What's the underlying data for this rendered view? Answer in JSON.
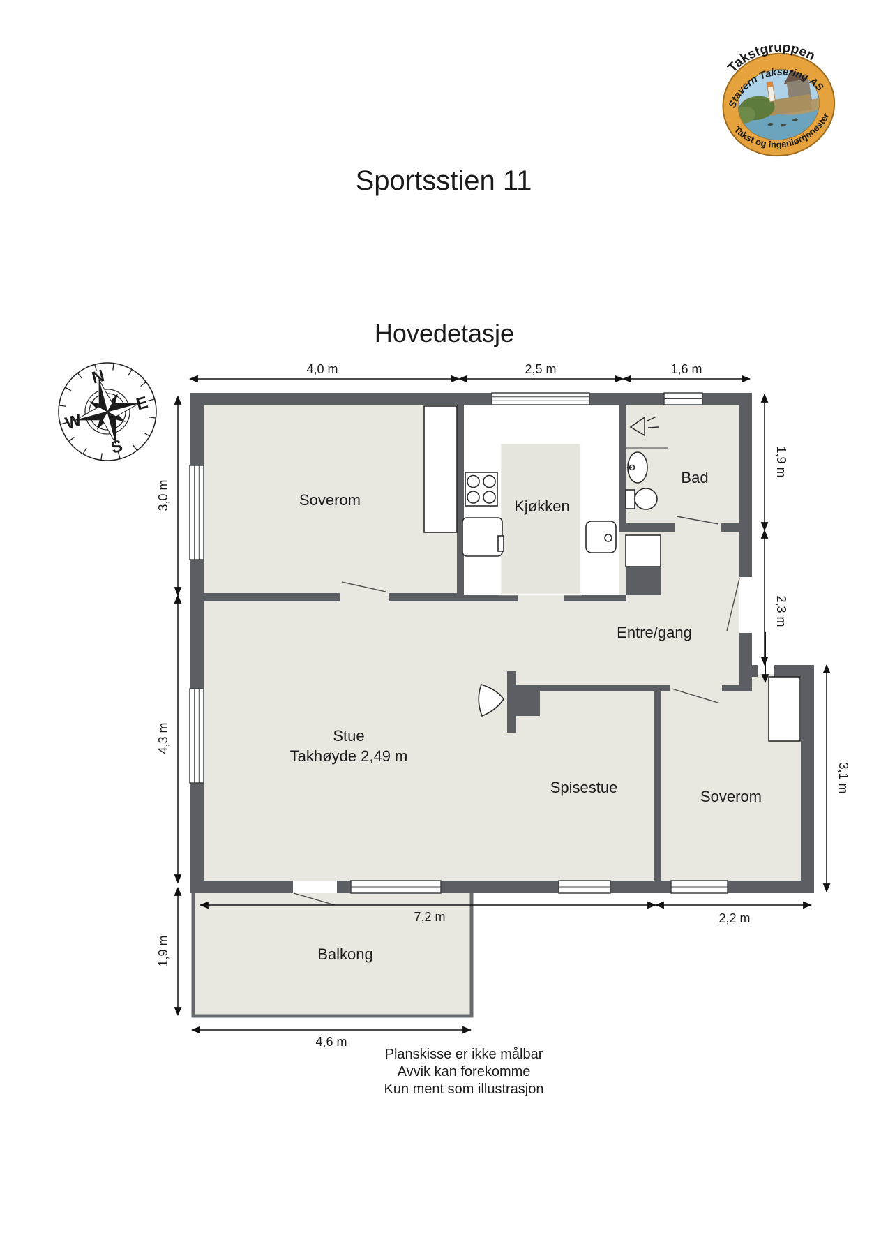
{
  "page": {
    "title": "Sportsstien 11",
    "floor_heading": "Hovedetasje",
    "disclaimer_line1": "Planskisse er ikke målbar",
    "disclaimer_line2": "Avvik kan forekomme",
    "disclaimer_line3": "Kun ment som illustrasjon"
  },
  "logo": {
    "arc_top": "Takstgruppen",
    "arc_middle": "Stavern Taksering AS",
    "arc_bottom": "Takst og ingeniørtjenester"
  },
  "compass": {
    "north": "N",
    "east": "E",
    "south": "S",
    "west": "W"
  },
  "rooms": {
    "soverom_nw": {
      "label": "Soverom"
    },
    "kjokken": {
      "label": "Kjøkken"
    },
    "bad": {
      "label": "Bad"
    },
    "entre": {
      "label": "Entre/gang"
    },
    "stue": {
      "label": "Stue",
      "ceiling_note": "Takhøyde 2,49 m"
    },
    "spisestue": {
      "label": "Spisestue"
    },
    "soverom_se": {
      "label": "Soverom"
    },
    "balkong": {
      "label": "Balkong"
    }
  },
  "dimensions": {
    "top": {
      "soverom_width": "4,0 m",
      "kjokken_width": "2,5 m",
      "bad_width": "1,6 m"
    },
    "left": {
      "soverom_depth": "3,0 m",
      "stue_depth": "4,3 m",
      "balkong_depth": "1,9 m"
    },
    "right": {
      "bad_depth": "1,9 m",
      "entre_depth": "2,3 m",
      "soverom_se_depth": "3,1 m"
    },
    "bottom": {
      "stue_width": "7,2 m",
      "soverom_se_width": "2,2 m",
      "balkong_width": "4,6 m"
    }
  },
  "colors": {
    "wall": "#5b5e62",
    "room_floor": "#e9e8e0",
    "kitchen_floor": "#ffffff",
    "logo_gold": "#e6a23c",
    "line": "#111111"
  }
}
